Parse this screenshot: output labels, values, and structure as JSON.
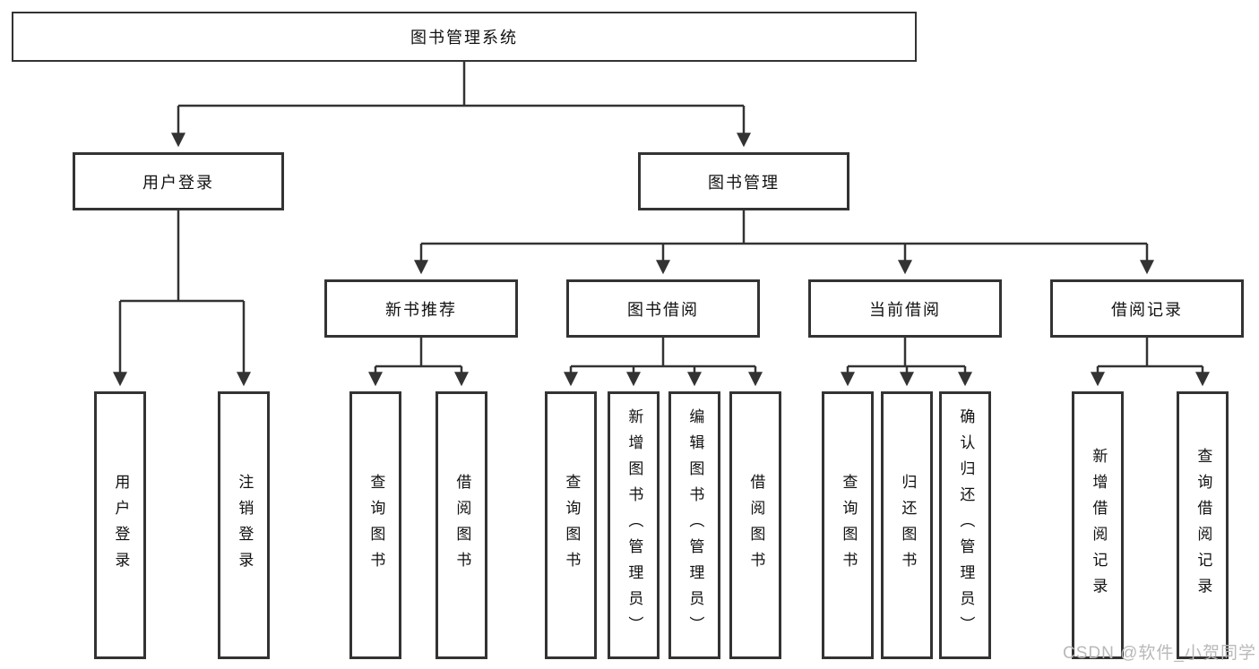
{
  "root": {
    "label": "图书管理系统"
  },
  "level2": {
    "user_login": {
      "label": "用户登录"
    },
    "book_management": {
      "label": "图书管理"
    }
  },
  "level3": {
    "new_book": {
      "label": "新书推荐"
    },
    "book_borrow": {
      "label": "图书借阅"
    },
    "current_borrow": {
      "label": "当前借阅"
    },
    "borrow_records": {
      "label": "借阅记录"
    }
  },
  "leaves": {
    "user_login": [
      "用户登录",
      "注销登录"
    ],
    "new_book": [
      "查询图书",
      "借阅图书"
    ],
    "book_borrow": [
      "查询图书",
      "新增图书（管理员）",
      "编辑图书（管理员）",
      "借阅图书"
    ],
    "current_borrow": [
      "查询图书",
      "归还图书",
      "确认归还（管理员）"
    ],
    "borrow_records": [
      "新增借阅记录",
      "查询借阅记录"
    ]
  },
  "watermark": "CSDN @软件_小贺同学",
  "colors": {
    "line": "#333333",
    "text": "#111111",
    "background": "#ffffff",
    "watermark": "#b9b9b9"
  }
}
